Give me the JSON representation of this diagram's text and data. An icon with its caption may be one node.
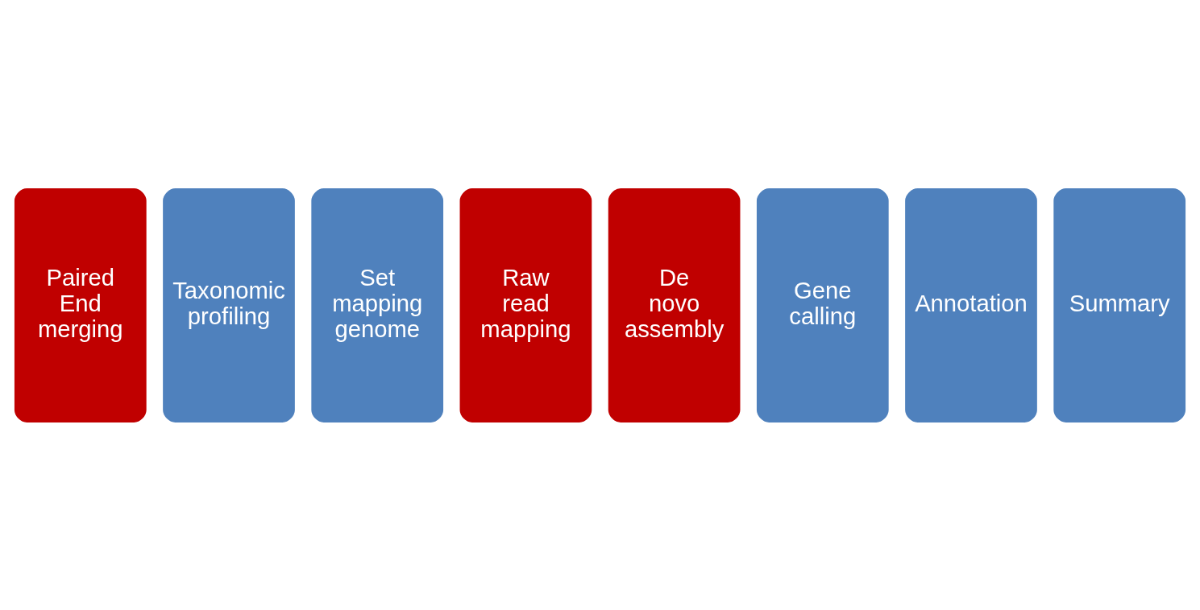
{
  "diagram": {
    "nodes": [
      {
        "text": [
          "Paired End merging"
        ]
      },
      {
        "text": [
          "Taxonomic profiling"
        ]
      },
      {
        "text": [
          "Set mapping genome"
        ]
      },
      {
        "text": [
          "Raw read mapping"
        ]
      },
      {
        "text": [
          "De novo assembly"
        ]
      },
      {
        "text": [
          "Gene calling"
        ]
      },
      {
        "text": [
          "Annotation"
        ]
      },
      {
        "text": [
          "Summary"
        ]
      }
    ]
  }
}
